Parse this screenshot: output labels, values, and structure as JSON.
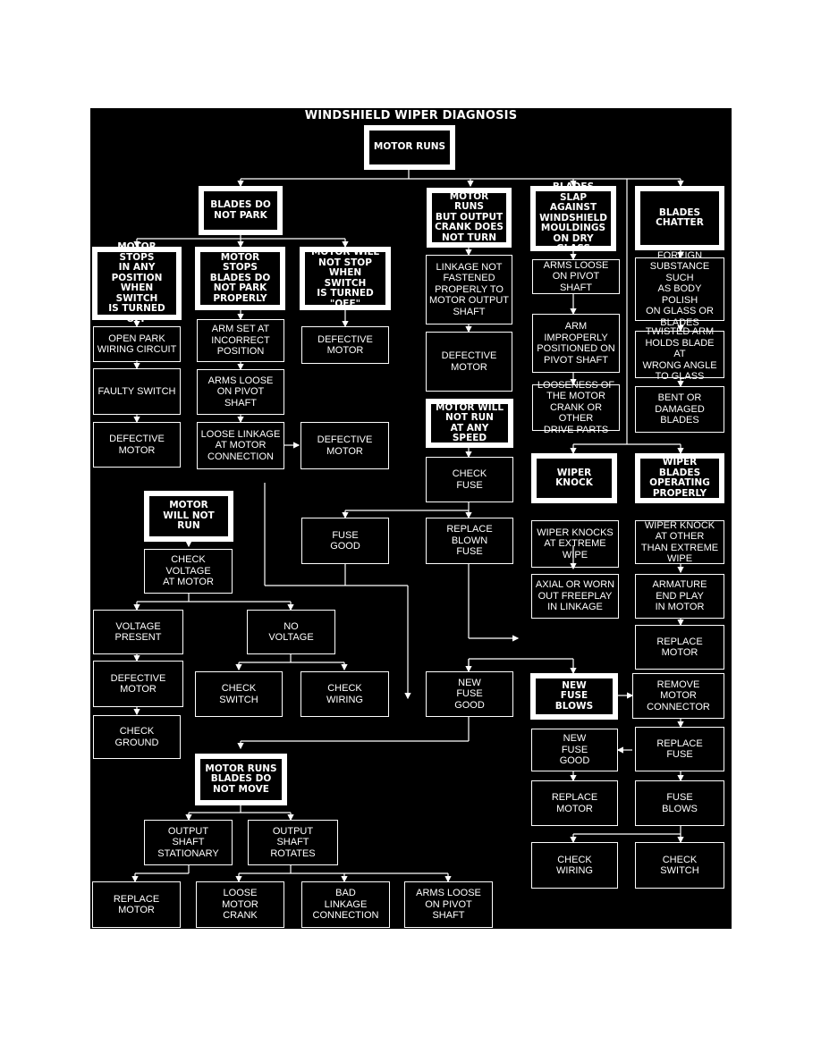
{
  "title": "WINDSHIELD WIPER DIAGNOSIS",
  "boxes": {
    "motor_runs": "MOTOR RUNS",
    "blades_do_not_park": "BLADES DO\nNOT PARK",
    "motor_runs_output_crank": "MOTOR RUNS\nBUT OUTPUT\nCRANK DOES\nNOT TURN",
    "blades_slap": "BLADES SLAP\nAGAINST\nWINDSHIELD\nMOULDINGS\nON DRY GLASS",
    "blades_chatter": "BLADES\nCHATTER",
    "motor_stops_any_position": "MOTOR STOPS\nIN ANY\nPOSITION\nWHEN SWITCH\nIS TURNED\n\"OFF\"",
    "motor_stops_blades_not_park": "MOTOR STOPS\nBLADES DO\nNOT PARK\nPROPERLY",
    "motor_will_not_stop": "MOTOR WILL\nNOT STOP\nWHEN SWITCH\nIS TURNED\n\"OFF\"",
    "linkage_not_fastened": "LINKAGE NOT\nFASTENED\nPROPERLY TO\nMOTOR OUTPUT\nSHAFT",
    "arms_loose_pivot_1": "ARMS LOOSE\nON PIVOT SHAFT",
    "foreign_substance": "FOREIGN\nSUBSTANCE SUCH\nAS BODY POLISH\nON GLASS OR\nBLADES",
    "open_park_wiring": "OPEN PARK\nWIRING CIRCUIT",
    "arm_set_incorrect": "ARM SET AT\nINCORRECT\nPOSITION",
    "defective_motor_1": "DEFECTIVE\nMOTOR",
    "defective_motor_2": "DEFECTIVE\nMOTOR",
    "arm_improperly_positioned": "ARM\nIMPROPERLY\nPOSITIONED ON\nPIVOT SHAFT",
    "twisted_arm": "TWISTED ARM\nHOLDS BLADE AT\nWRONG ANGLE\nTO GLASS",
    "faulty_switch": "FAULTY SWITCH",
    "arms_loose_pivot_2": "ARMS LOOSE\nON PIVOT SHAFT",
    "looseness_motor_crank": "LOOSENESS OF\nTHE MOTOR\nCRANK OR OTHER\nDRIVE PARTS",
    "bent_damaged_blades": "BENT OR\nDAMAGED\nBLADES",
    "motor_will_not_run_any_speed": "MOTOR WILL\nNOT RUN\nAT ANY SPEED",
    "defective_motor_3": "DEFECTIVE\nMOTOR",
    "loose_linkage": "LOOSE LINKAGE\nAT MOTOR\nCONNECTION",
    "defective_motor_4": "DEFECTIVE\nMOTOR",
    "check_fuse": "CHECK\nFUSE",
    "wiper_knock": "WIPER\nKNOCK",
    "wiper_blades_operating": "WIPER BLADES\nOPERATING\nPROPERLY",
    "motor_will_not_run": "MOTOR\nWILL NOT\nRUN",
    "fuse_good": "FUSE\nGOOD",
    "replace_blown_fuse": "REPLACE\nBLOWN\nFUSE",
    "wiper_knocks_extreme": "WIPER KNOCKS\nAT EXTREME\nWIPE",
    "wiper_knock_other": "WIPER KNOCK\nAT OTHER\nTHAN EXTREME\nWIPE",
    "check_voltage": "CHECK\nVOLTAGE\nAT MOTOR",
    "axial_worn_freeplay": "AXIAL OR WORN\nOUT FREEPLAY\nIN LINKAGE",
    "armature_end_play": "ARMATURE\nEND PLAY\nIN MOTOR",
    "voltage_present": "VOLTAGE\nPRESENT",
    "no_voltage": "NO\nVOLTAGE",
    "replace_motor_1": "REPLACE\nMOTOR",
    "defective_motor_5": "DEFECTIVE\nMOTOR",
    "check_switch_1": "CHECK\nSWITCH",
    "check_wiring_1": "CHECK\nWIRING",
    "new_fuse_good_1": "NEW\nFUSE\nGOOD",
    "new_fuse_blows": "NEW\nFUSE\nBLOWS",
    "remove_motor_connector": "REMOVE\nMOTOR\nCONNECTOR",
    "check_ground": "CHECK\nGROUND",
    "new_fuse_good_2": "NEW\nFUSE\nGOOD",
    "replace_fuse": "REPLACE\nFUSE",
    "motor_runs_blades_not_move": "MOTOR RUNS\nBLADES DO\nNOT MOVE",
    "replace_motor_2": "REPLACE\nMOTOR",
    "fuse_blows": "FUSE\nBLOWS",
    "output_shaft_stationary": "OUTPUT\nSHAFT\nSTATIONARY",
    "output_shaft_rotates": "OUTPUT\nSHAFT\nROTATES",
    "check_wiring_2": "CHECK\nWIRING",
    "check_switch_2": "CHECK\nSWITCH",
    "replace_motor_3": "REPLACE\nMOTOR",
    "loose_motor_crank": "LOOSE\nMOTOR\nCRANK",
    "bad_linkage_connection": "BAD\nLINKAGE\nCONNECTION",
    "arms_loose_pivot_3": "ARMS LOOSE\nON PIVOT SHAFT"
  }
}
